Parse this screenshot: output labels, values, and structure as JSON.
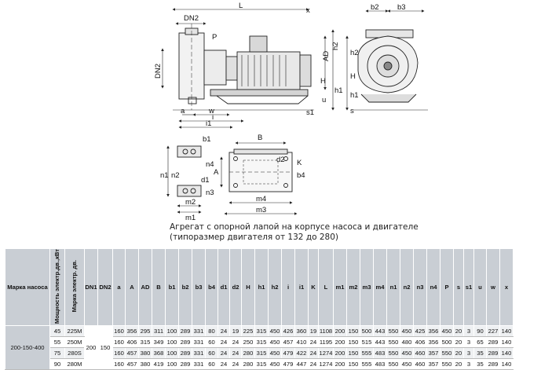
{
  "drawing": {
    "front_labels": {
      "dn2_top": "DN2",
      "L": "L",
      "x": "x",
      "p": "P",
      "dn2_side": "DN2",
      "AD": "AD",
      "h2": "h2",
      "H": "H",
      "h1": "h1",
      "u": "u",
      "s1": "s1",
      "a": "a",
      "w": "w",
      "i": "i",
      "i1": "i1"
    },
    "side_labels": {
      "b2": "b2",
      "b3": "b3",
      "h2": "h2",
      "H": "H",
      "h1": "h1",
      "s": "s"
    },
    "foot_labels": {
      "b1": "b1",
      "n1": "n1",
      "n2": "n2",
      "d1": "d1",
      "m2": "m2",
      "m1": "m1"
    },
    "plate_labels": {
      "B": "B",
      "A": "A",
      "K": "K",
      "b4": "b4",
      "d2": "d2",
      "n4": "n4",
      "n3": "n3",
      "m4": "m4",
      "m3": "m3"
    }
  },
  "caption": {
    "line1": "Агрегат с опорной лапой на корпусе насоса и двигателе",
    "line2": "(типоразмер двигателя от 132 до 280)"
  },
  "table": {
    "headers": [
      "Марка насоса",
      "Мощность электр.дв.,кВт",
      "Марка электр. дв.",
      "DN1",
      "DN2",
      "a",
      "A",
      "AD",
      "B",
      "b1",
      "b2",
      "b3",
      "b4",
      "d1",
      "d2",
      "H",
      "h1",
      "h2",
      "i",
      "i1",
      "K",
      "L",
      "m1",
      "m2",
      "m3",
      "m4",
      "n1",
      "n2",
      "n3",
      "n4",
      "P",
      "s",
      "s1",
      "u",
      "w",
      "x"
    ],
    "model": "200-150-400",
    "dn1": "200",
    "dn2": "150",
    "rows": [
      {
        "power": "45",
        "motor": "225M",
        "vals": [
          "160",
          "356",
          "295",
          "311",
          "100",
          "289",
          "331",
          "80",
          "24",
          "19",
          "225",
          "315",
          "450",
          "426",
          "360",
          "19",
          "1108",
          "200",
          "150",
          "500",
          "443",
          "550",
          "450",
          "425",
          "356",
          "450",
          "20",
          "3",
          "90",
          "227",
          "140"
        ]
      },
      {
        "power": "55",
        "motor": "250M",
        "vals": [
          "160",
          "406",
          "315",
          "349",
          "100",
          "289",
          "331",
          "60",
          "24",
          "24",
          "250",
          "315",
          "450",
          "457",
          "410",
          "24",
          "1195",
          "200",
          "150",
          "515",
          "443",
          "550",
          "480",
          "406",
          "356",
          "500",
          "20",
          "3",
          "65",
          "289",
          "140"
        ]
      },
      {
        "power": "75",
        "motor": "280S",
        "vals": [
          "160",
          "457",
          "380",
          "368",
          "100",
          "289",
          "331",
          "60",
          "24",
          "24",
          "280",
          "315",
          "450",
          "479",
          "422",
          "24",
          "1274",
          "200",
          "150",
          "555",
          "483",
          "550",
          "450",
          "460",
          "357",
          "550",
          "20",
          "3",
          "35",
          "289",
          "140"
        ]
      },
      {
        "power": "90",
        "motor": "280M",
        "vals": [
          "160",
          "457",
          "380",
          "419",
          "100",
          "289",
          "331",
          "60",
          "24",
          "24",
          "280",
          "315",
          "450",
          "479",
          "447",
          "24",
          "1274",
          "200",
          "150",
          "555",
          "483",
          "550",
          "450",
          "460",
          "357",
          "550",
          "20",
          "3",
          "35",
          "289",
          "140"
        ]
      }
    ]
  }
}
